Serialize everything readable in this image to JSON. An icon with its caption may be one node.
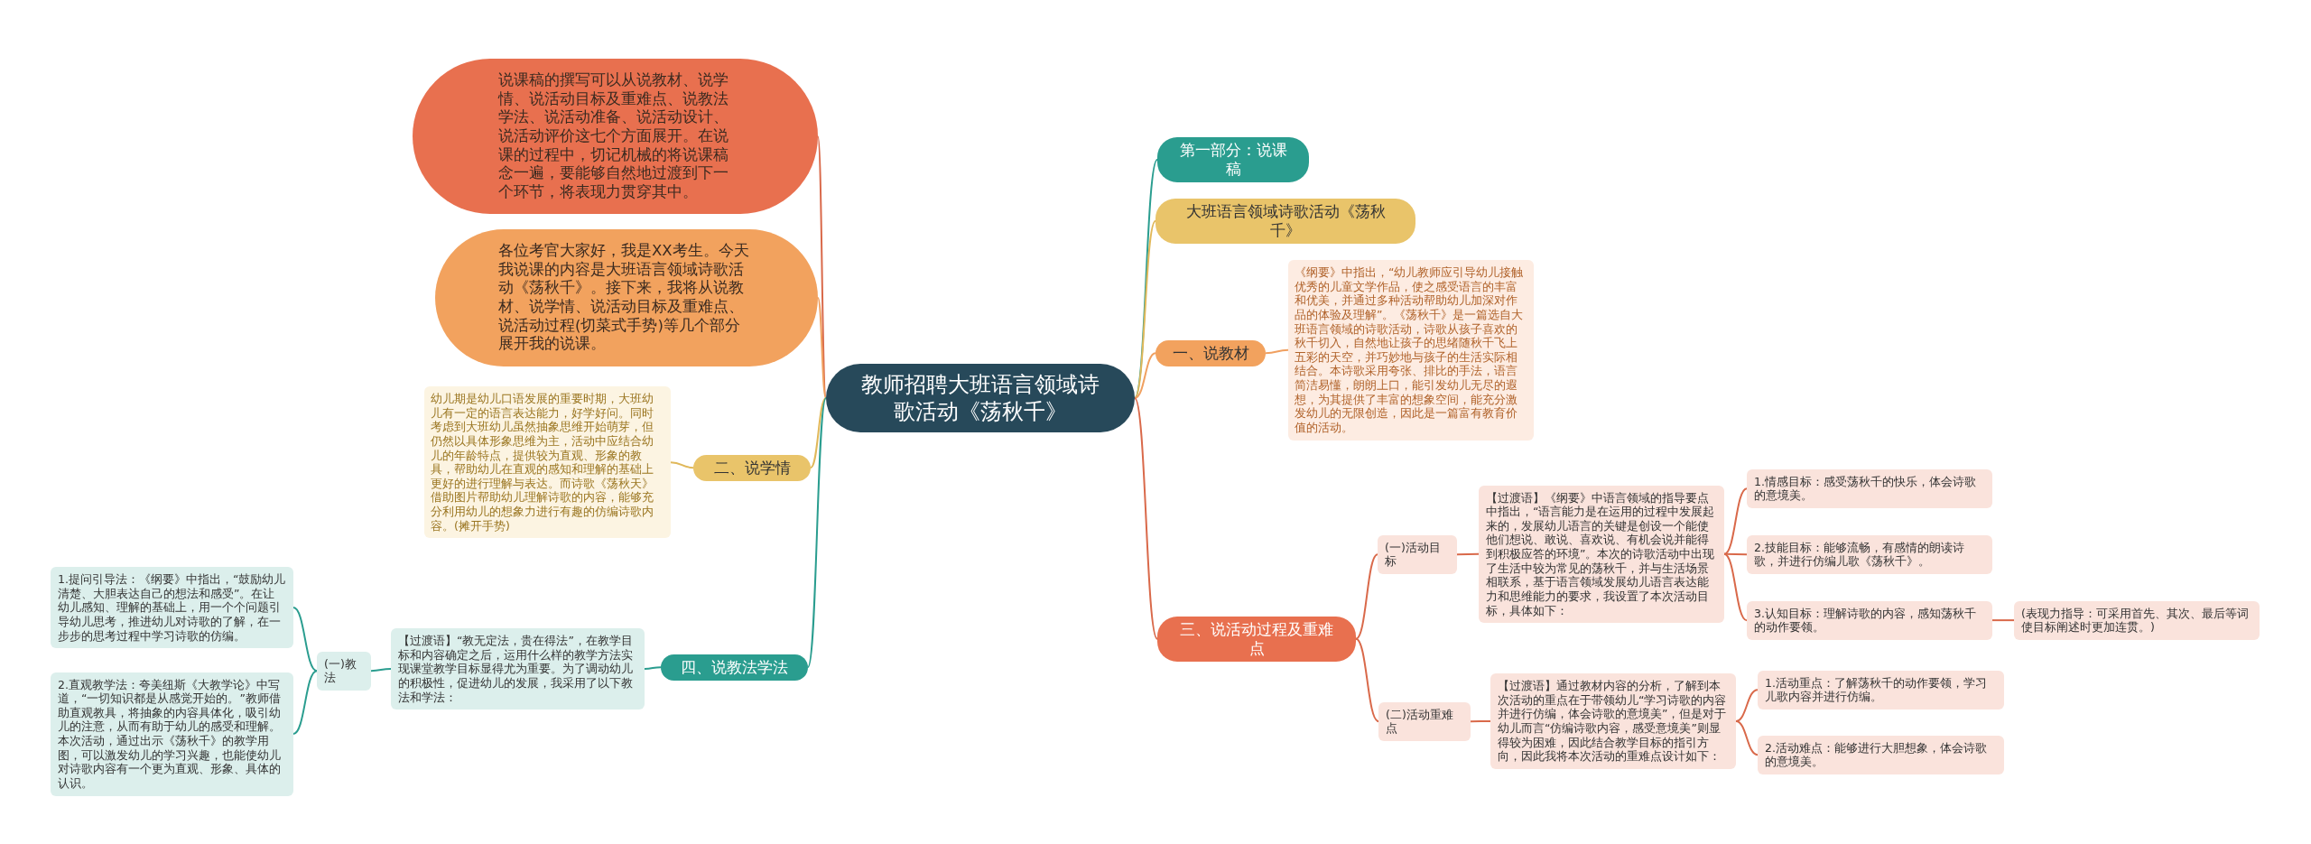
{
  "diagram": {
    "nodes": [
      {
        "text": [
          "教师招聘大班语言领域诗歌活动《荡秋千》"
        ]
      },
      {
        "text": [
          "说课稿的撰写可以从说教材、说学情、说活动目标及重难点、说教法学法、说活动准备、说活动设计、说活动评价这七个方面展开。在说课的过程中，切记机械的将说课稿念一遍，要能够自然地过渡到下一个环节，将表现力贯穿其中。"
        ]
      },
      {
        "text": [
          "各位考官大家好，我是XX考生。今天我说课的内容是大班语言领域诗歌活动《荡秋千》。接下来，我将从说教材、说学情、说活动目标及重难点、说活动过程(切菜式手势)等几个部分展开我的说课。"
        ]
      },
      {
        "text": [
          "二、说学情"
        ]
      },
      {
        "text": [
          "幼儿期是幼儿口语发展的重要时期，大班幼儿有一定的语言表达能力，好学好问。同时考虑到大班幼儿虽然抽象思维开始萌芽，但仍然以具体形象思维为主，活动中应结合幼儿的年龄特点，提供较为直观、形象的教具，帮助幼儿在直观的感知和理解的基础上更好的进行理解与表达。而诗歌《荡秋天》借助图片帮助幼儿理解诗歌的内容，能够充分利用幼儿的想象力进行有趣的仿编诗歌内容。(摊开手势)"
        ]
      },
      {
        "text": [
          "四、说教法学法"
        ]
      },
      {
        "text": [
          "【过渡语】“教无定法，贵在得法”，在教学目标和内容确定之后，运用什么样的教学方法实现课堂教学目标显得尤为重要。为了调动幼儿的积极性，促进幼儿的发展，我采用了以下教法和学法："
        ]
      },
      {
        "text": [
          "(一)教法"
        ]
      },
      {
        "text": [
          "1.提问引导法：《纲要》中指出，“鼓励幼儿清楚、大胆表达自己的想法和感受”。在让幼儿感知、理解的基础上，用一个个问题引导幼儿思考，推进幼儿对诗歌的了解，在一步步的思考过程中学习诗歌的仿编。"
        ]
      },
      {
        "text": [
          "2.直观教学法：夸美纽斯《大教学论》中写道，“一切知识都是从感觉开始的。”教师借助直观教具，将抽象的内容具体化，吸引幼儿的注意，从而有助于幼儿的感受和理解。本次活动，通过出示《荡秋千》的教学用图，可以激发幼儿的学习兴趣，也能使幼儿对诗歌内容有一个更为直观、形象、具体的认识。"
        ]
      },
      {
        "text": [
          "第一部分：说课稿"
        ]
      },
      {
        "text": [
          "大班语言领域诗歌活动《荡秋千》"
        ]
      },
      {
        "text": [
          "一、说教材"
        ]
      },
      {
        "text": [
          "《纲要》中指出，“幼儿教师应引导幼儿接触优秀的儿童文学作品，使之感受语言的丰富和优美，并通过多种活动帮助幼儿加深对作品的体验及理解”。《荡秋千》是一篇选自大班语言领域的诗歌活动，诗歌从孩子喜欢的秋千切入，自然地让孩子的思绪随秋千飞上五彩的天空，并巧妙地与孩子的生活实际相结合。本诗歌采用夸张、排比的手法，语言简洁易懂，朗朗上口，能引发幼儿无尽的遐想，为其提供了丰富的想象空间，能充分激发幼儿的无限创造，因此是一篇富有教育价值的活动。"
        ]
      },
      {
        "text": [
          "三、说活动过程及重难点"
        ]
      },
      {
        "text": [
          "(一)活动目标"
        ]
      },
      {
        "text": [
          "【过渡语】《纲要》中语言领域的指导要点中指出，“语言能力是在运用的过程中发展起来的，发展幼儿语言的关键是创设一个能使他们想说、敢说、喜欢说、有机会说并能得到积极应答的环境”。本次的诗歌活动中出现了生活中较为常见的荡秋千，并与生活场景相联系，基于语言领域发展幼儿语言表达能力和思维能力的要求，我设置了本次活动目标，具体如下："
        ]
      },
      {
        "text": [
          "1.情感目标：感受荡秋千的快乐，体会诗歌的意境美。"
        ]
      },
      {
        "text": [
          "2.技能目标：能够流畅，有感情的朗读诗歌，并进行仿编儿歌《荡秋千》。"
        ]
      },
      {
        "text": [
          "3.认知目标：理解诗歌的内容，感知荡秋千的动作要领。"
        ]
      },
      {
        "text": [
          "(表现力指导：可采用首先、其次、最后等词使目标阐述时更加连贯。)"
        ]
      },
      {
        "text": [
          "(二)活动重难点"
        ]
      },
      {
        "text": [
          "【过渡语】通过教材内容的分析，了解到本次活动的重点在于带领幼儿“学习诗歌的内容并进行仿编，体会诗歌的意境美”，但是对于幼儿而言“仿编诗歌内容，感受意境美”则显得较为困难，因此结合教学目标的指引方向，因此我将本次活动的重难点设计如下："
        ]
      },
      {
        "text": [
          "1.活动重点：了解荡秋千的动作要领，学习儿歌内容并进行仿编。"
        ]
      },
      {
        "text": [
          "2.活动难点：能够进行大胆想象，体会诗歌的意境美。"
        ]
      }
    ],
    "edges": [
      {
        "from": 0,
        "to": 1,
        "arrow": "none"
      },
      {
        "from": 0,
        "to": 2,
        "arrow": "none",
        "color": "#f0a060"
      },
      {
        "from": 0,
        "to": 3,
        "arrow": "none",
        "color": "#e0b85a"
      },
      {
        "from": 3,
        "to": 4,
        "arrow": "none",
        "color": "#e0b85a"
      },
      {
        "from": 0,
        "to": 5,
        "arrow": "none",
        "color": "#2a9d8f"
      },
      {
        "from": 5,
        "to": 6,
        "arrow": "none",
        "color": "#2a9d8f"
      },
      {
        "from": 6,
        "to": 7,
        "arrow": "none",
        "color": "#2a9d8f"
      },
      {
        "from": 7,
        "to": 8,
        "arrow": "none",
        "color": "#2a9d8f"
      },
      {
        "from": 7,
        "to": 9,
        "arrow": "none",
        "color": "#2a9d8f"
      },
      {
        "from": 0,
        "to": 10,
        "arrow": "none",
        "color": "#2a9d8f"
      },
      {
        "from": 0,
        "to": 11,
        "arrow": "none",
        "color": "#e0b85a"
      },
      {
        "from": 0,
        "to": 12,
        "arrow": "none",
        "color": "#f0a060"
      },
      {
        "from": 12,
        "to": 13,
        "arrow": "none",
        "color": "#f0a060"
      },
      {
        "from": 0,
        "to": 14,
        "arrow": "none"
      },
      {
        "from": 14,
        "to": 15,
        "arrow": "none"
      },
      {
        "from": 15,
        "to": 16,
        "arrow": "none"
      },
      {
        "from": 16,
        "to": 17,
        "arrow": "none"
      },
      {
        "from": 16,
        "to": 18,
        "arrow": "none"
      },
      {
        "from": 16,
        "to": 19,
        "arrow": "none"
      },
      {
        "from": 19,
        "to": 20,
        "arrow": "none"
      },
      {
        "from": 14,
        "to": 21,
        "arrow": "none"
      },
      {
        "from": 21,
        "to": 22,
        "arrow": "none"
      },
      {
        "from": 22,
        "to": 23,
        "arrow": "none"
      },
      {
        "from": 22,
        "to": 24,
        "arrow": "none"
      }
    ]
  }
}
